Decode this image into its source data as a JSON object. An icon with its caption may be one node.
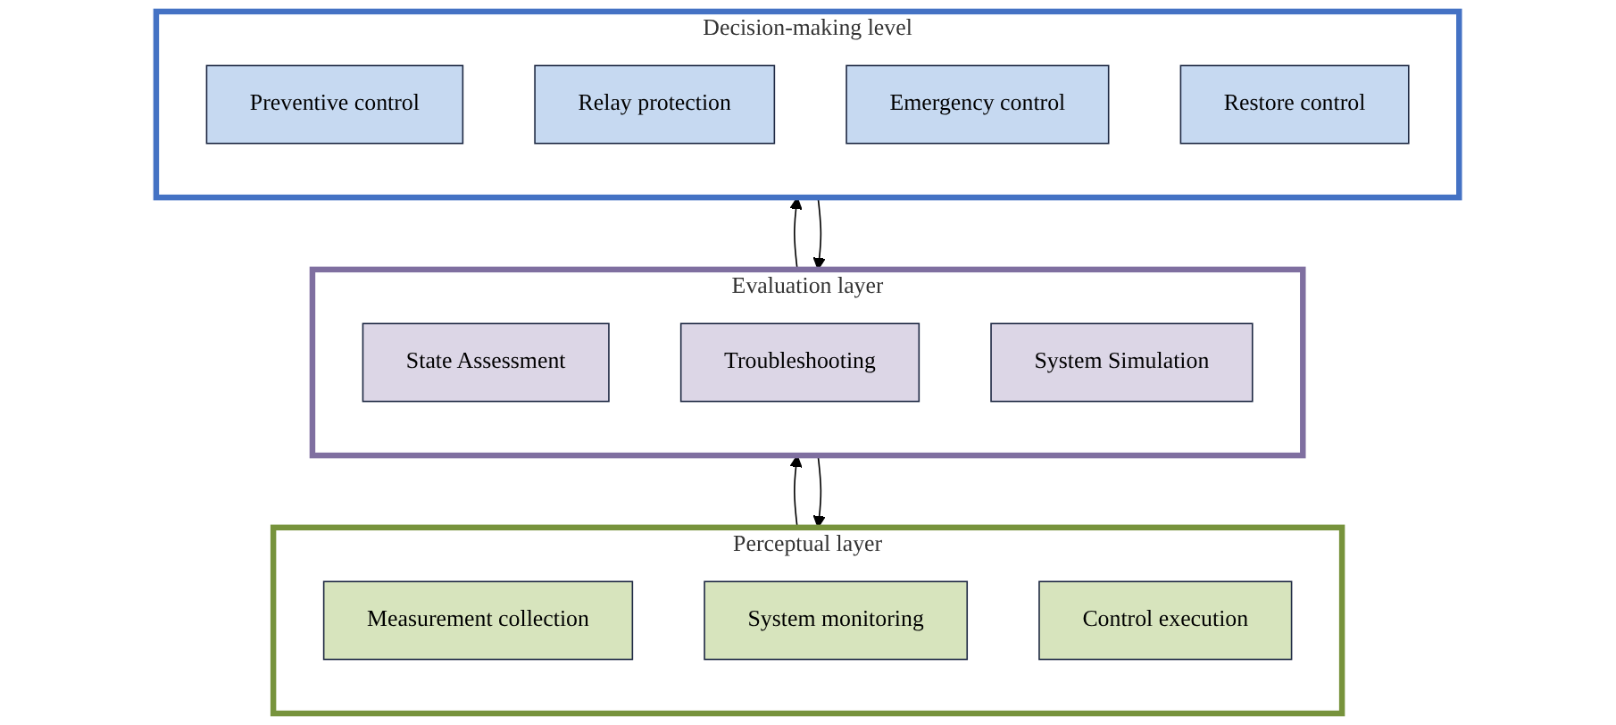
{
  "diagram": {
    "nodes": [
      {
        "text": [
          "Decision-making level"
        ]
      },
      {
        "text": [
          "Preventive control"
        ],
        "in": 0
      },
      {
        "text": [
          "Relay protection"
        ],
        "in": 0
      },
      {
        "text": [
          "Emergency control"
        ],
        "in": 0
      },
      {
        "text": [
          "Restore control"
        ],
        "in": 0
      },
      {
        "text": [
          "Evaluation layer"
        ]
      },
      {
        "text": [
          "State Assessment"
        ],
        "in": 5
      },
      {
        "text": [
          "Troubleshooting"
        ],
        "in": 5
      },
      {
        "text": [
          "System Simulation"
        ],
        "in": 5
      },
      {
        "text": [
          "Perceptual layer"
        ]
      },
      {
        "text": [
          "Measurement collection"
        ],
        "in": 9
      },
      {
        "text": [
          "System monitoring"
        ],
        "in": 9
      },
      {
        "text": [
          "Control execution"
        ],
        "in": 9
      }
    ],
    "edges": [
      {
        "from": 0,
        "to": 5,
        "arrow": "to"
      },
      {
        "from": 5,
        "to": 0,
        "arrow": "to"
      },
      {
        "from": 5,
        "to": 9,
        "arrow": "to"
      },
      {
        "from": 9,
        "to": 5,
        "arrow": "to"
      }
    ]
  }
}
